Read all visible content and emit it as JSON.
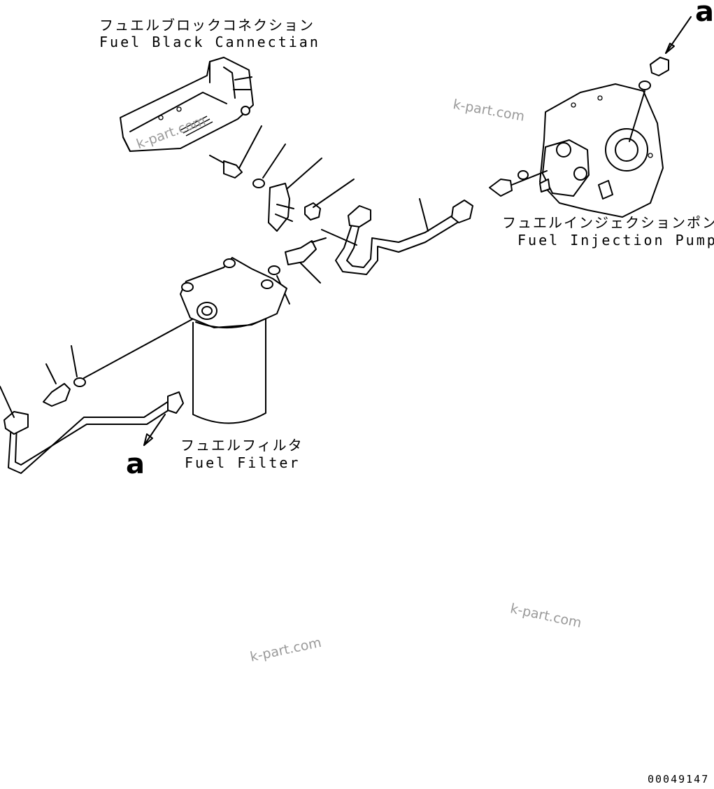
{
  "labels": {
    "fuel_block_connection": {
      "jp": "フュエルブロックコネクション",
      "en": "Fuel Black Cannectian"
    },
    "fuel_injection_pump": {
      "jp": "フュエルインジェクションポンプ",
      "en": "Fuel Injection Pump"
    },
    "fuel_filter": {
      "jp": "フュエルフィルタ",
      "en": "Fuel Filter"
    }
  },
  "markers": {
    "top_right": "a",
    "bottom_left": "a"
  },
  "watermarks": [
    "k-part.com",
    "k-part.com",
    "k-part.com",
    "k-part.com"
  ],
  "doc_number": "00049147"
}
